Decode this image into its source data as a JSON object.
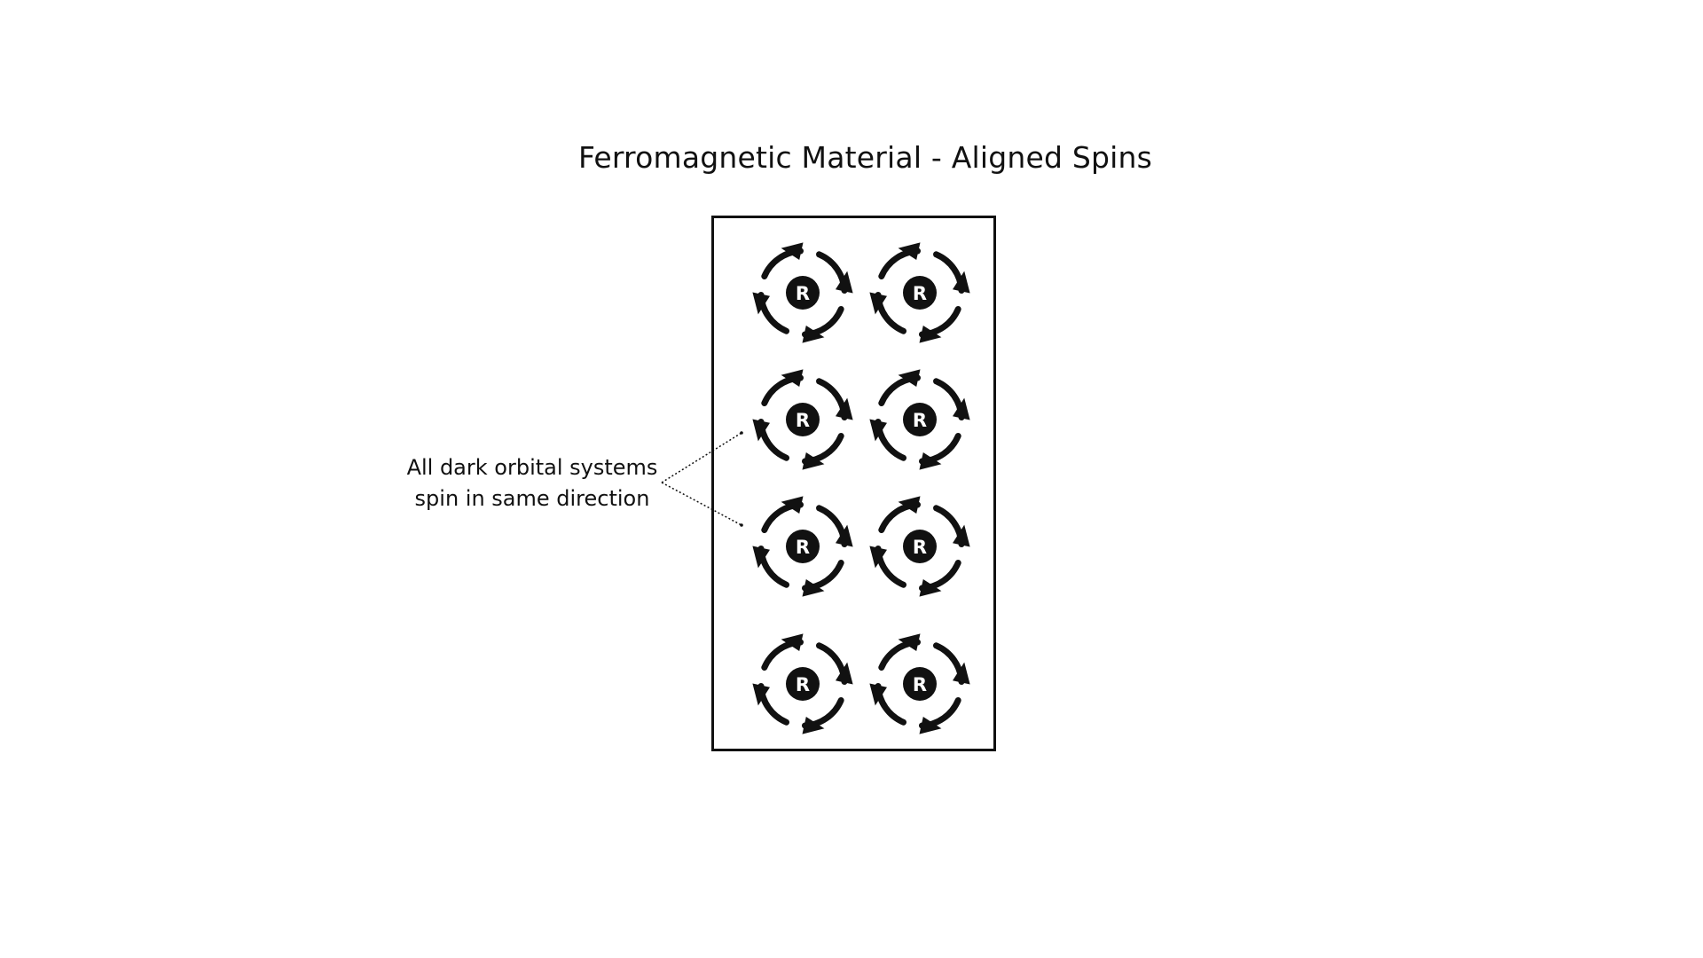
{
  "title": "Ferromagnetic Material - Aligned Spins",
  "annotation": {
    "line1": "All dark orbital systems",
    "line2": "spin in same direction"
  },
  "material": {
    "rows": 4,
    "columns": 2,
    "spin_direction": "clockwise",
    "atom_label": "R"
  },
  "colors": {
    "ink": "#111111",
    "background": "#ffffff",
    "atom_text": "#ffffff"
  }
}
